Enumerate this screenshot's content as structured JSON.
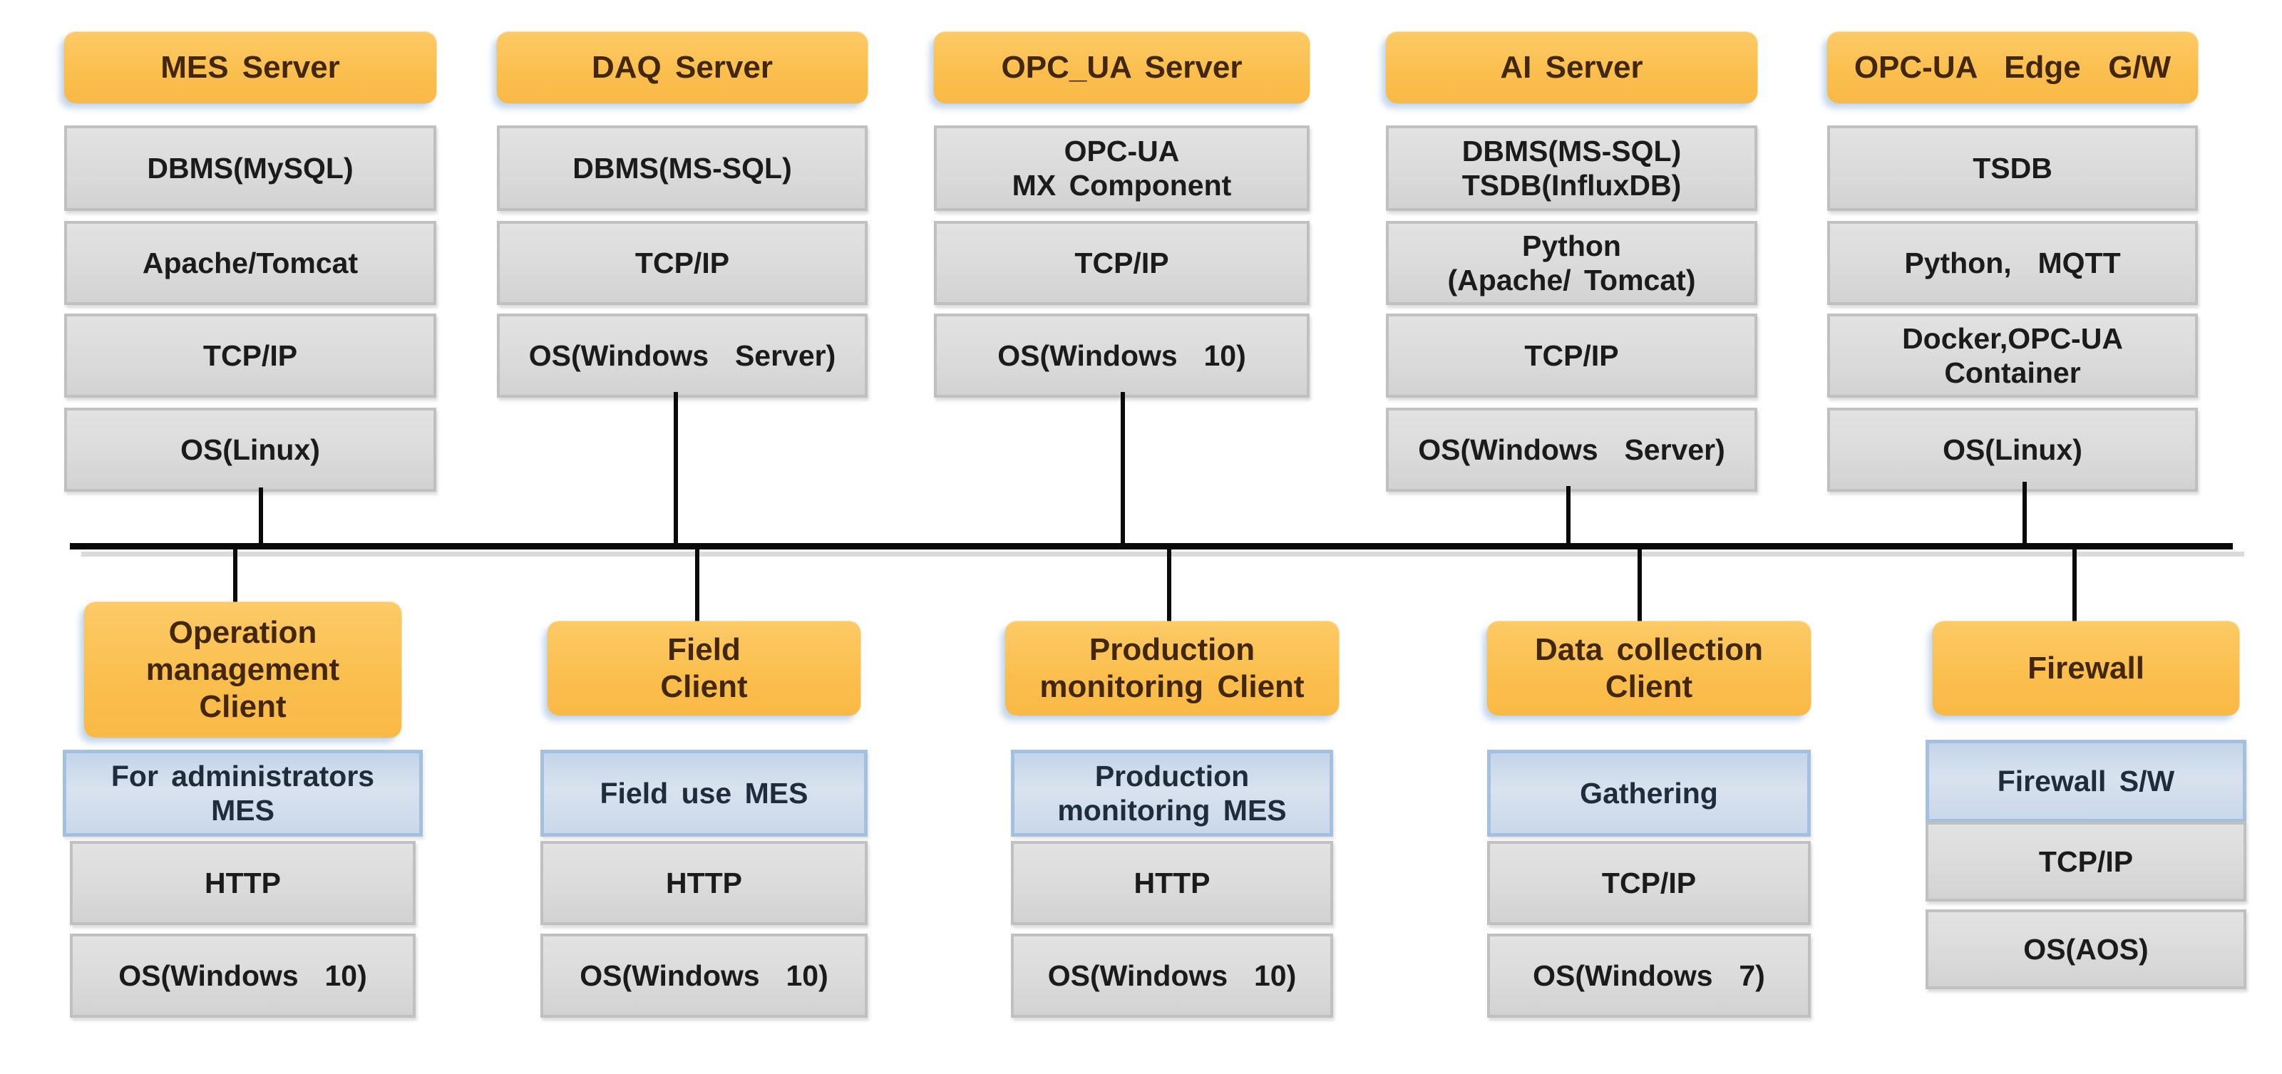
{
  "top_row": [
    {
      "title": "MES Server",
      "boxes": [
        "DBMS(MySQL)",
        "Apache/Tomcat",
        "TCP/IP",
        "OS(Linux)"
      ]
    },
    {
      "title": "DAQ Server",
      "boxes": [
        "DBMS(MS-SQL)",
        "TCP/IP",
        "OS(Windows  Server)"
      ]
    },
    {
      "title": "OPC_UA Server",
      "boxes": [
        "OPC-UA\nMX Component",
        "TCP/IP",
        "OS(Windows  10)"
      ]
    },
    {
      "title": "AI Server",
      "boxes": [
        "DBMS(MS-SQL)\nTSDB(InfluxDB)",
        "Python\n(Apache/ Tomcat)",
        "TCP/IP",
        "OS(Windows  Server)"
      ]
    },
    {
      "title": "OPC-UA  Edge  G/W",
      "boxes": [
        "TSDB",
        "Python,  MQTT",
        "Docker,OPC-UA\nContainer",
        "OS(Linux)"
      ]
    }
  ],
  "bottom_row": [
    {
      "title": "Operation\nmanagement\nClient",
      "app": "For administrators\nMES",
      "boxes": [
        "HTTP",
        "OS(Windows  10)"
      ]
    },
    {
      "title": "Field\nClient",
      "app": "Field use MES",
      "boxes": [
        "HTTP",
        "OS(Windows  10)"
      ]
    },
    {
      "title": "Production\nmonitoring Client",
      "app": "Production\nmonitoring MES",
      "boxes": [
        "HTTP",
        "OS(Windows  10)"
      ]
    },
    {
      "title": "Data collection\nClient",
      "app": "Gathering",
      "boxes": [
        "TCP/IP",
        "OS(Windows  7)"
      ]
    },
    {
      "title": "Firewall",
      "app": "Firewall S/W",
      "boxes": [
        "TCP/IP",
        "OS(AOS)"
      ]
    }
  ],
  "colors": {
    "server_header_fill": "#FBBF4E",
    "header_text": "#42270B",
    "layer_box_fill": "#DCDCDC",
    "layer_box_border": "#C0C0C0",
    "app_box_fill": "#CFDAE8",
    "app_box_border": "#A3C1DF",
    "bus_line": "#0A0A0A"
  }
}
